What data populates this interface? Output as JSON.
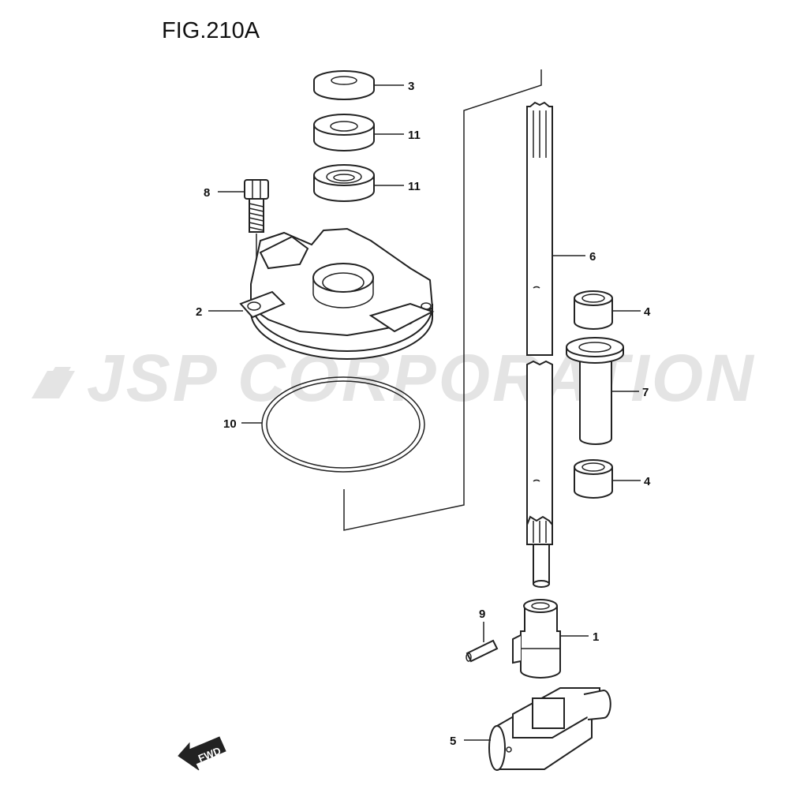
{
  "title": "FIG.210A",
  "watermark": "JSP CORPORATION",
  "fwd_label": "FWD",
  "callouts": {
    "c1": "1",
    "c2": "2",
    "c3": "3",
    "c4a": "4",
    "c4b": "4",
    "c5": "5",
    "c6": "6",
    "c7": "7",
    "c8": "8",
    "c9": "9",
    "c10": "10",
    "c11a": "11",
    "c11b": "11"
  }
}
